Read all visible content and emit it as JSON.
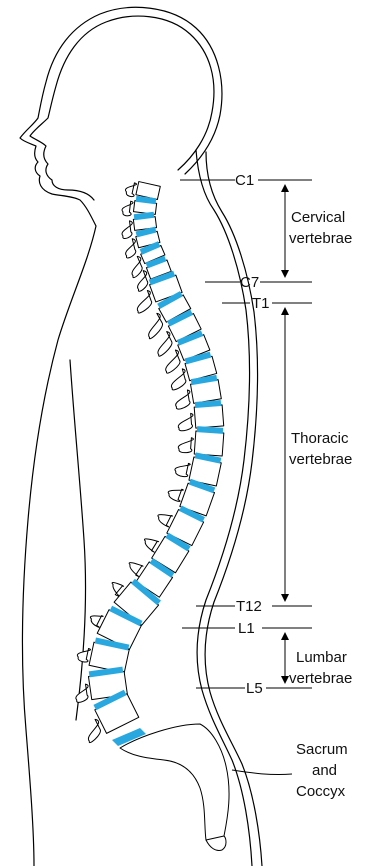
{
  "labels": {
    "c1": "C1",
    "c7": "C7",
    "t1": "T1",
    "t12": "T12",
    "l1": "L1",
    "l5": "L5"
  },
  "regions": {
    "cervical_line1": "Cervical",
    "cervical_line2": "vertebrae",
    "thoracic_line1": "Thoracic",
    "thoracic_line2": "vertebrae",
    "lumbar_line1": "Lumbar",
    "lumbar_line2": "vertebrae",
    "sacrum_line1": "Sacrum",
    "sacrum_line2": "and",
    "sacrum_line3": "Coccyx"
  },
  "colors": {
    "disc": "#29a8e0",
    "outline": "#000000",
    "bone_fill": "#ffffff"
  }
}
